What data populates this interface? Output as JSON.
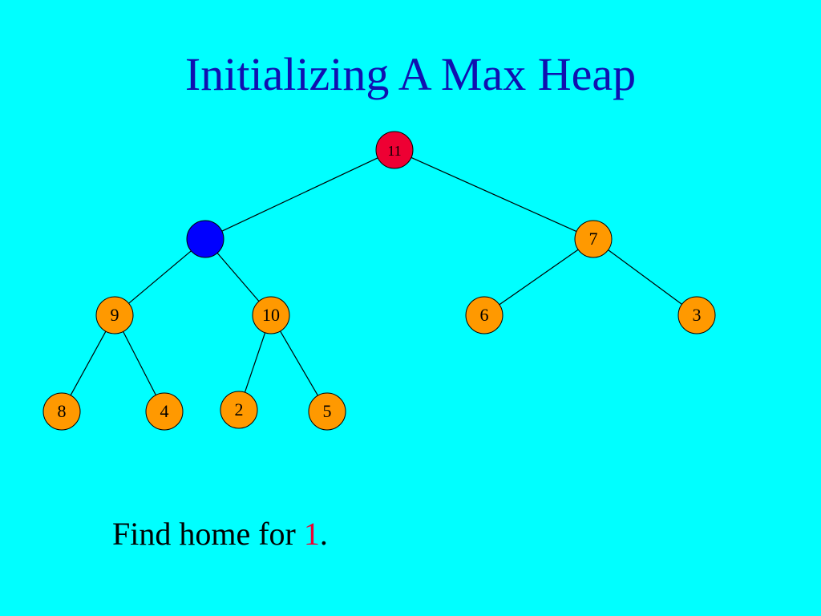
{
  "title": "Initializing A Max Heap",
  "caption": {
    "prefix": "Find home for ",
    "highlight": "1",
    "suffix": "."
  },
  "colors": {
    "background": "#00FFFF",
    "title": "#1010B0",
    "node_default": "#FF9900",
    "node_root": "#EE0033",
    "node_empty": "#0000FF",
    "edge": "#000000",
    "highlight": "#EE0033"
  },
  "heap": {
    "nodes": [
      {
        "label": "11",
        "state": "root"
      },
      {
        "label": "",
        "state": "empty"
      },
      {
        "label": "7",
        "state": "default"
      },
      {
        "label": "9",
        "state": "default"
      },
      {
        "label": "10",
        "state": "default"
      },
      {
        "label": "6",
        "state": "default"
      },
      {
        "label": "3",
        "state": "default"
      },
      {
        "label": "8",
        "state": "default"
      },
      {
        "label": "4",
        "state": "default"
      },
      {
        "label": "2",
        "state": "default"
      },
      {
        "label": "5",
        "state": "default"
      }
    ]
  }
}
